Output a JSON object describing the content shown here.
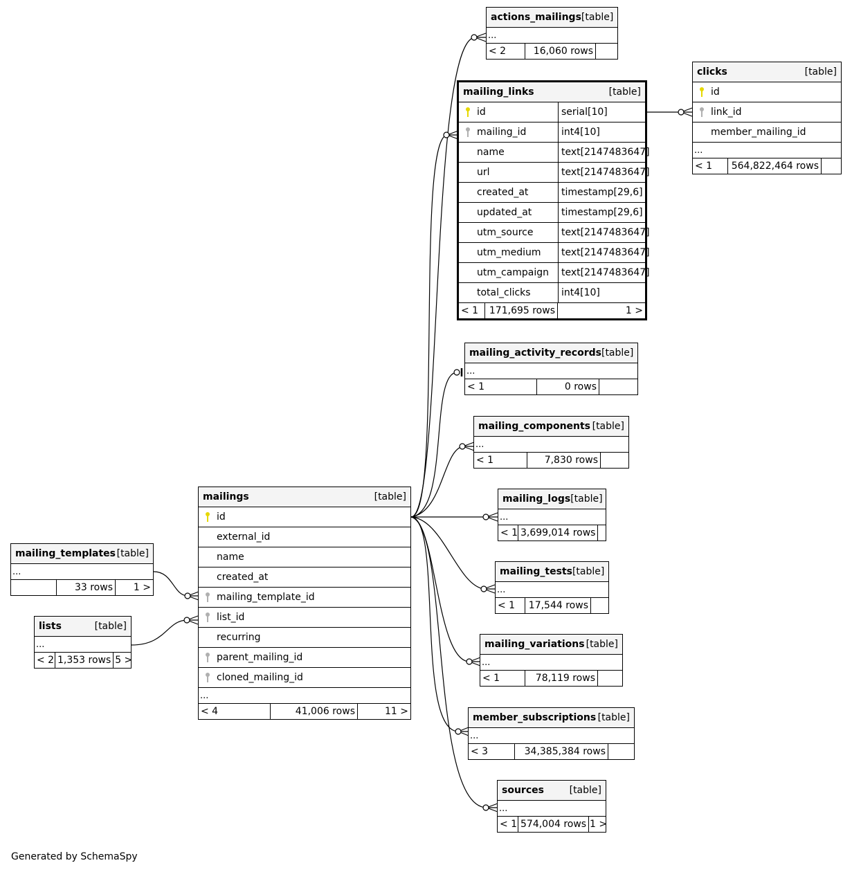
{
  "footer_text": "Generated by SchemaSpy",
  "tables": {
    "actions_mailings": {
      "name": "actions_mailings",
      "type": "[table]",
      "ellipsis": "...",
      "parents": "< 2",
      "rows": "16,060 rows",
      "children": ""
    },
    "mailing_links": {
      "name": "mailing_links",
      "type": "[table]",
      "columns": [
        {
          "name": "id",
          "type": "serial[10]",
          "key": "primary"
        },
        {
          "name": "mailing_id",
          "type": "int4[10]",
          "key": "foreign"
        },
        {
          "name": "name",
          "type": "text[2147483647]",
          "key": ""
        },
        {
          "name": "url",
          "type": "text[2147483647]",
          "key": ""
        },
        {
          "name": "created_at",
          "type": "timestamp[29,6]",
          "key": ""
        },
        {
          "name": "updated_at",
          "type": "timestamp[29,6]",
          "key": ""
        },
        {
          "name": "utm_source",
          "type": "text[2147483647]",
          "key": ""
        },
        {
          "name": "utm_medium",
          "type": "text[2147483647]",
          "key": ""
        },
        {
          "name": "utm_campaign",
          "type": "text[2147483647]",
          "key": ""
        },
        {
          "name": "total_clicks",
          "type": "int4[10]",
          "key": ""
        }
      ],
      "parents": "< 1",
      "rows": "171,695 rows",
      "children": "1 >"
    },
    "clicks": {
      "name": "clicks",
      "type": "[table]",
      "columns": [
        {
          "name": "id",
          "key": "primary"
        },
        {
          "name": "link_id",
          "key": "foreign"
        },
        {
          "name": "member_mailing_id",
          "key": ""
        }
      ],
      "ellipsis": "...",
      "parents": "< 1",
      "rows": "564,822,464 rows",
      "children": ""
    },
    "mailing_activity_records": {
      "name": "mailing_activity_records",
      "type": "[table]",
      "ellipsis": "...",
      "parents": "< 1",
      "rows": "0 rows",
      "children": ""
    },
    "mailing_components": {
      "name": "mailing_components",
      "type": "[table]",
      "ellipsis": "...",
      "parents": "< 1",
      "rows": "7,830 rows",
      "children": ""
    },
    "mailing_logs": {
      "name": "mailing_logs",
      "type": "[table]",
      "ellipsis": "...",
      "parents": "< 1",
      "rows": "3,699,014 rows",
      "children": ""
    },
    "mailing_tests": {
      "name": "mailing_tests",
      "type": "[table]",
      "ellipsis": "...",
      "parents": "< 1",
      "rows": "17,544 rows",
      "children": ""
    },
    "mailing_variations": {
      "name": "mailing_variations",
      "type": "[table]",
      "ellipsis": "...",
      "parents": "< 1",
      "rows": "78,119 rows",
      "children": ""
    },
    "member_subscriptions": {
      "name": "member_subscriptions",
      "type": "[table]",
      "ellipsis": "...",
      "parents": "< 3",
      "rows": "34,385,384 rows",
      "children": ""
    },
    "sources": {
      "name": "sources",
      "type": "[table]",
      "ellipsis": "...",
      "parents": "< 1",
      "rows": "574,004 rows",
      "children": "1 >"
    },
    "mailings": {
      "name": "mailings",
      "type": "[table]",
      "columns": [
        {
          "name": "id",
          "key": "primary"
        },
        {
          "name": "external_id",
          "key": ""
        },
        {
          "name": "name",
          "key": ""
        },
        {
          "name": "created_at",
          "key": ""
        },
        {
          "name": "mailing_template_id",
          "key": "foreign"
        },
        {
          "name": "list_id",
          "key": "foreign"
        },
        {
          "name": "recurring",
          "key": ""
        },
        {
          "name": "parent_mailing_id",
          "key": "foreign"
        },
        {
          "name": "cloned_mailing_id",
          "key": "foreign"
        }
      ],
      "ellipsis": "...",
      "parents": "< 4",
      "rows": "41,006 rows",
      "children": "11 >"
    },
    "mailing_templates": {
      "name": "mailing_templates",
      "type": "[table]",
      "ellipsis": "...",
      "parents": "",
      "rows": "33 rows",
      "children": "1 >"
    },
    "lists": {
      "name": "lists",
      "type": "[table]",
      "ellipsis": "...",
      "parents": "< 2",
      "rows": "1,353 rows",
      "children": "5 >"
    }
  },
  "colors": {
    "primary_key": "#e6d800",
    "foreign_key": "#b0b0b0",
    "header_bg": "#f4f4f4"
  }
}
